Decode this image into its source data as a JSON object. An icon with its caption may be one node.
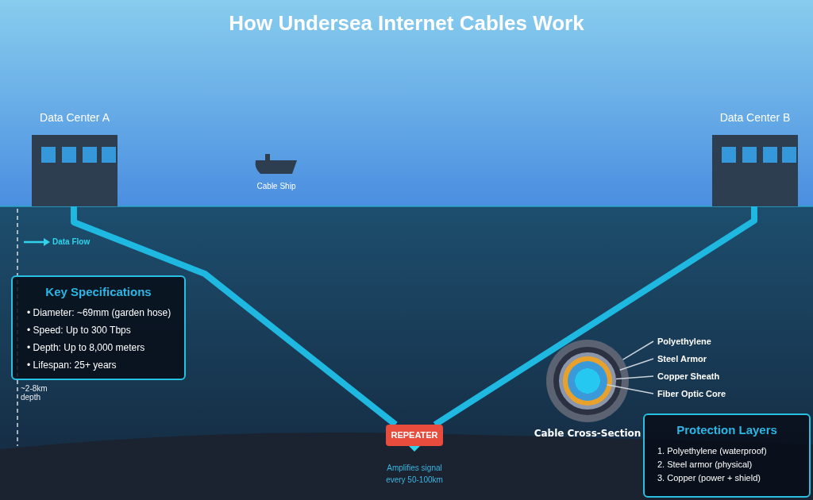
{
  "diagram": {
    "title": "How Undersea Internet Cables Work",
    "nodes": [
      {
        "text": [
          "Data Center A"
        ]
      },
      {
        "text": [
          "Cable Ship"
        ]
      },
      {
        "text": [
          "Data Center B"
        ]
      },
      {
        "text": [
          "Key Specifications",
          "• Diameter: ~69mm (garden hose)",
          "• Speed: Up to 300 Tbps",
          "• Depth: Up to 8,000 meters",
          "• Lifespan: 25+ years"
        ]
      },
      {
        "text": [],
        "shape": "circle",
        "beside": [
          "Cable Cross-Section"
        ]
      },
      {
        "text": [],
        "shape": "circle",
        "in": 4
      },
      {
        "text": [],
        "shape": "circle",
        "in": 5
      },
      {
        "text": [],
        "shape": "circle",
        "in": 6
      },
      {
        "text": [
          "Polyethylene"
        ]
      },
      {
        "text": [
          "Steel Armor"
        ]
      },
      {
        "text": [
          "Copper Sheath"
        ]
      },
      {
        "text": [
          "Fiber Optic Core"
        ]
      },
      {
        "text": [
          "REPEATER"
        ],
        "beside": [
          "Amplifies signal every 50-100km"
        ]
      },
      {
        "text": [
          "Protection Layers",
          "1. Polyethylene (waterproof)",
          "2. Steel armor (physical)",
          "3. Copper (power + shield)"
        ]
      }
    ],
    "edges": [
      {
        "from": 0,
        "to": 12,
        "arrow": "none",
        "style": "thick",
        "color": "#1fb8e0"
      },
      {
        "from": 2,
        "to": 12,
        "arrow": "none",
        "style": "thick",
        "color": "#1fb8e0"
      },
      {
        "from": 8,
        "to": 4,
        "arrow": "none"
      },
      {
        "from": 9,
        "to": 5,
        "arrow": "none"
      },
      {
        "from": 10,
        "to": 6,
        "arrow": "none"
      },
      {
        "from": 11,
        "to": 7,
        "arrow": "none"
      }
    ],
    "labels": [
      "Data Flow",
      "~2-8km depth"
    ]
  }
}
